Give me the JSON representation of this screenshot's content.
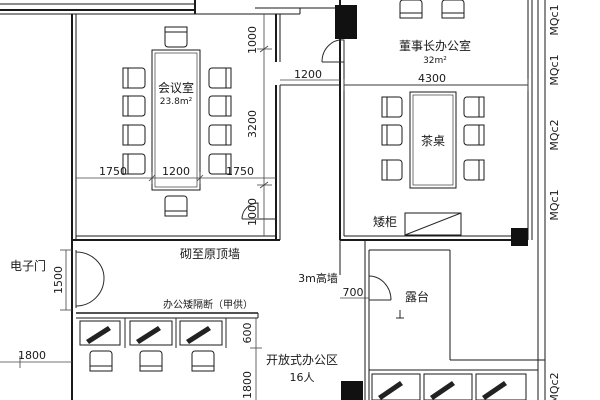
{
  "rooms": {
    "meeting_room": {
      "name": "会议室",
      "area": "23.8m²"
    },
    "chairman_office": {
      "name": "董事长办公室",
      "area": "32m²"
    },
    "tea_table": {
      "name": "茶桌"
    },
    "low_cabinet": {
      "name": "矮柜"
    },
    "terrace": {
      "name": "露台"
    },
    "open_office": {
      "name": "开放式办公区",
      "capacity": "16人"
    }
  },
  "labels": {
    "electronic_door": "电子门",
    "wall_to_ceiling": "砌至原顶墙",
    "high_wall": "3m高墙",
    "office_partition": "办公矮隔断（甲供）"
  },
  "dimensions": {
    "d1000_top": "1000",
    "d3200": "3200",
    "d1000_bottom": "1000",
    "d1750_left": "1750",
    "d1200_table": "1200",
    "d1750_right": "1750",
    "d1200_corridor": "1200",
    "d4300": "4300",
    "d1500": "1500",
    "d700": "700",
    "d600": "600",
    "d1800_left": "1800",
    "d1800_vertical": "1800"
  },
  "wall_tags": {
    "mqc1_top": "MQc1",
    "mqc1_mid": "MQc1",
    "mqc2_mid": "MQc2",
    "mqc1_lower": "MQc1",
    "mqc2_bottom": "MQc2"
  }
}
